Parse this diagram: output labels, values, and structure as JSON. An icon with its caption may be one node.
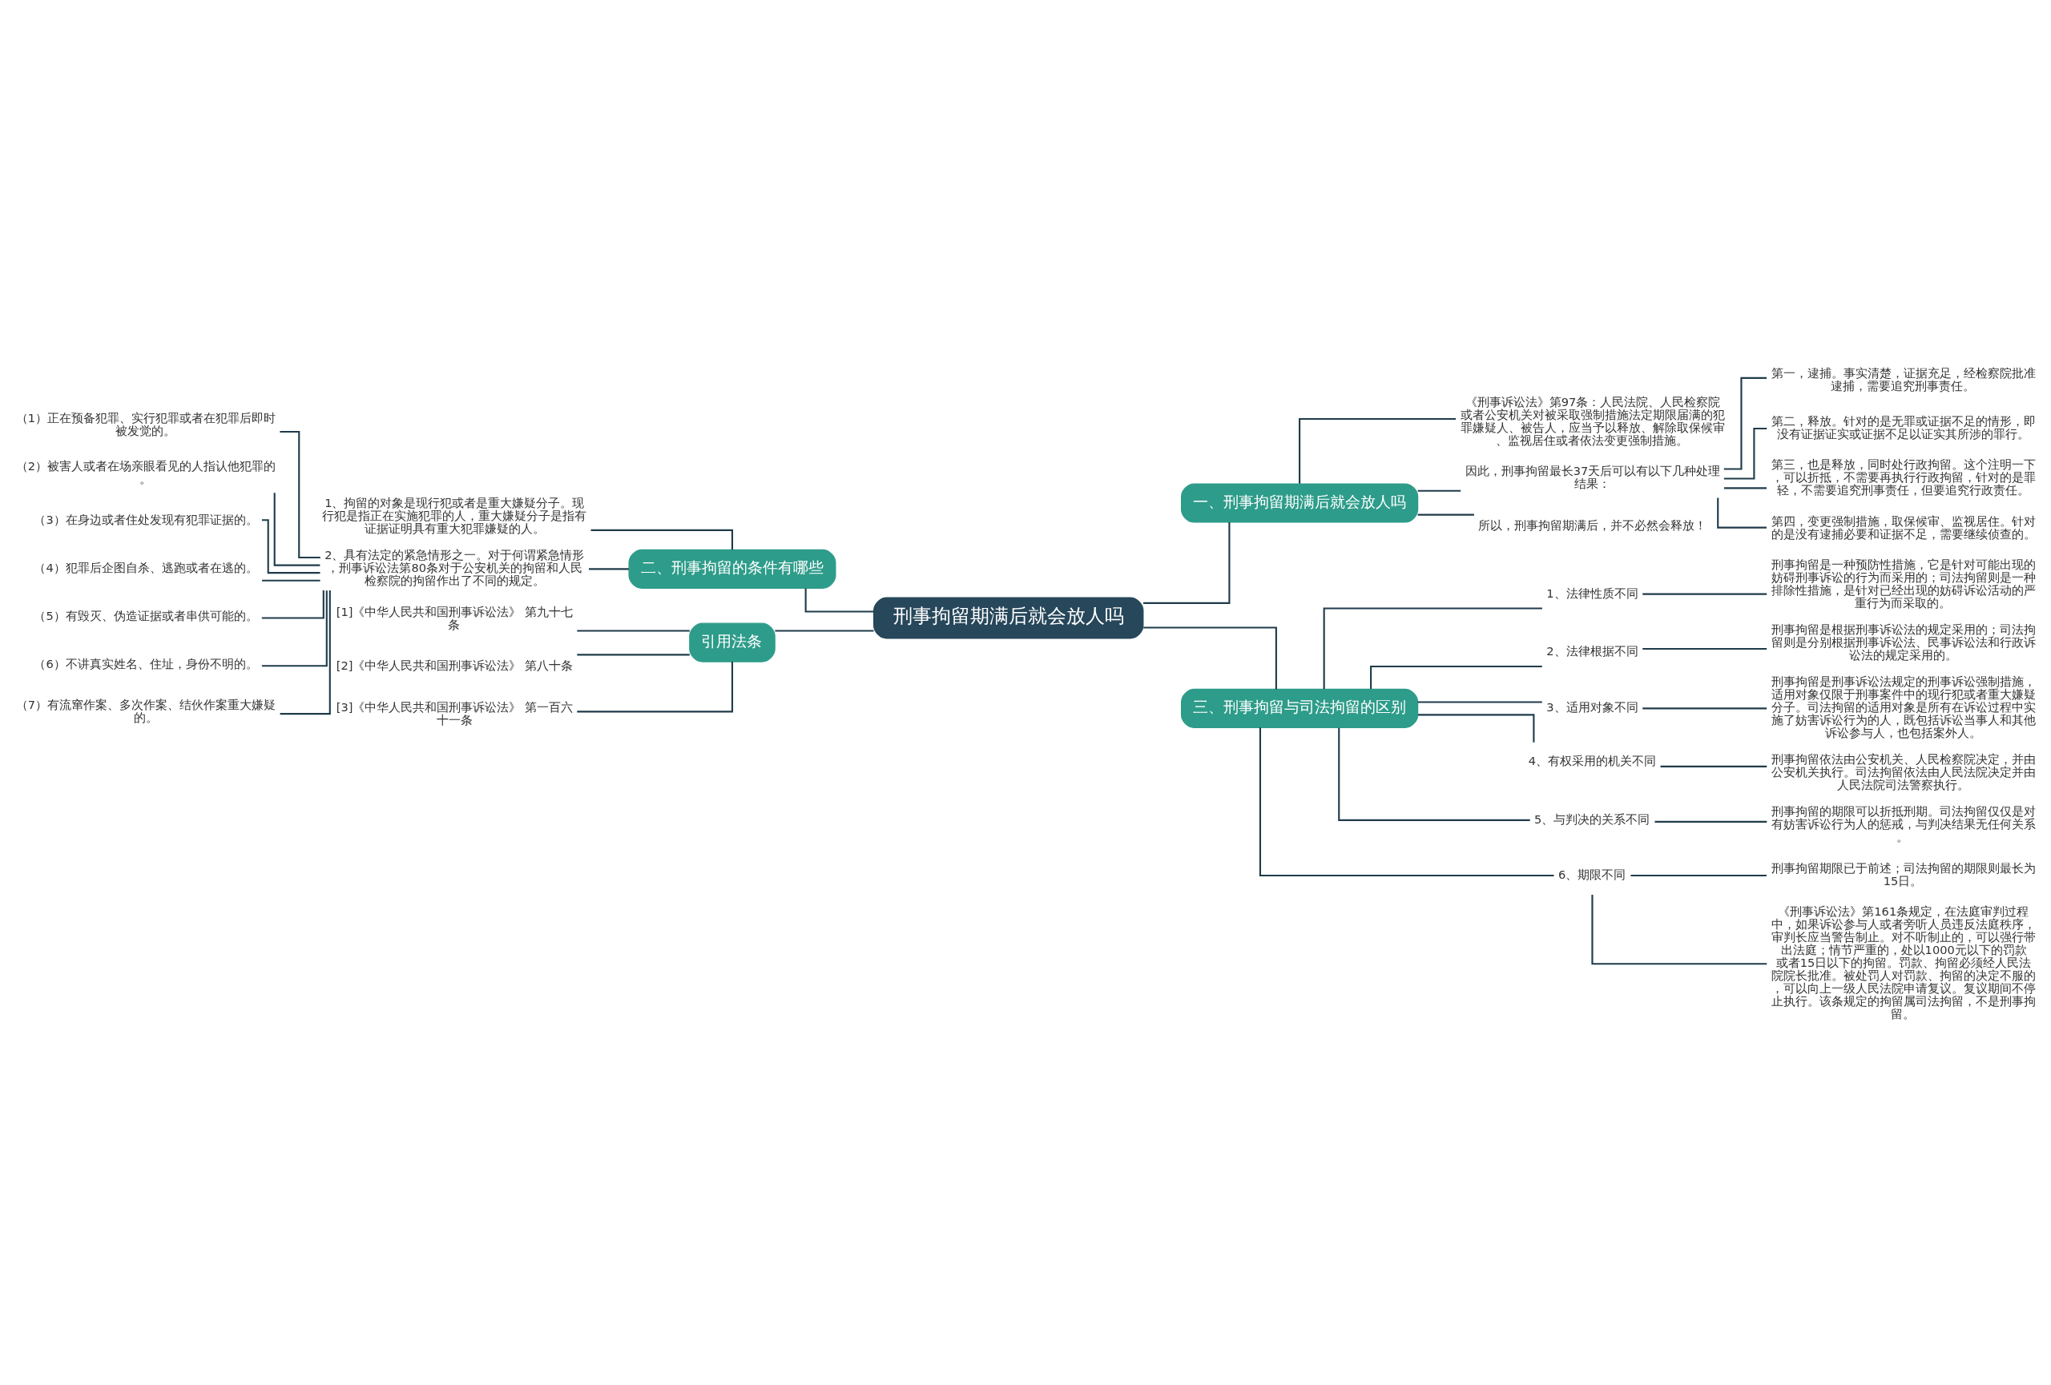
{
  "diagram": {
    "nodes": [
      {
        "text": [
          "刑事拘留期满后就会放人吗"
        ]
      },
      {
        "text": [
          "一、刑事拘留期满后就会放人吗"
        ]
      },
      {
        "text": [
          "《刑事诉讼法》第97条：人民法院、人民检察院或者公安机关对被采取强制措施法定期限届满的犯罪嫌疑人、被告人，应当予以释放、解除取保候审、监视居住或者依法变更强制措施。"
        ]
      },
      {
        "text": [
          "因此，刑事拘留最长37天后可以有以下几种处理结果："
        ]
      },
      {
        "text": [
          "第一，逮捕。事实清楚，证据充足，经检察院批准逮捕，需要追究刑事责任。"
        ]
      },
      {
        "text": [
          "第二，释放。针对的是无罪或证据不足的情形，即没有证据证实或证据不足以证实其所涉的罪行。"
        ]
      },
      {
        "text": [
          "第三，也是释放，同时处行政拘留。这个注明一下，可以折抵，不需要再执行行政拘留，针对的是罪轻，不需要追究刑事责任，但要追究行政责任。"
        ]
      },
      {
        "text": [
          "第四，变更强制措施，取保候审、监视居住。针对的是没有逮捕必要和证据不足，需要继续侦查的。"
        ]
      },
      {
        "text": [
          "所以，刑事拘留期满后，并不必然会释放！"
        ]
      },
      {
        "text": [
          "三、刑事拘留与司法拘留的区别"
        ]
      },
      {
        "text": [
          "1、法律性质不同"
        ]
      },
      {
        "text": [
          "刑事拘留是一种预防性措施，它是针对可能出现的妨碍刑事诉讼的行为而采用的；司法拘留则是一种排除性措施，是针对已经出现的妨碍诉讼活动的严重行为而采取的。"
        ]
      },
      {
        "text": [
          "2、法律根据不同"
        ]
      },
      {
        "text": [
          "刑事拘留是根据刑事诉讼法的规定采用的；司法拘留则是分别根据刑事诉讼法、民事诉讼法和行政诉讼法的规定采用的。"
        ]
      },
      {
        "text": [
          "3、适用对象不同"
        ]
      },
      {
        "text": [
          "刑事拘留是刑事诉讼法规定的刑事诉讼强制措施，适用对象仅限于刑事案件中的现行犯或者重大嫌疑分子。司法拘留的适用对象是所有在诉讼过程中实施了妨害诉讼行为的人，既包括诉讼当事人和其他诉讼参与人，也包括案外人。"
        ]
      },
      {
        "text": [
          "4、有权采用的机关不同"
        ]
      },
      {
        "text": [
          "刑事拘留依法由公安机关、人民检察院决定，并由公安机关执行。司法拘留依法由人民法院决定并由人民法院司法警察执行。"
        ]
      },
      {
        "text": [
          "5、与判决的关系不同"
        ]
      },
      {
        "text": [
          "刑事拘留的期限可以折抵刑期。司法拘留仅仅是对有妨害诉讼行为人的惩戒，与判决结果无任何关系。"
        ]
      },
      {
        "text": [
          "6、期限不同"
        ]
      },
      {
        "text": [
          "刑事拘留期限已于前述；司法拘留的期限则最长为15日。"
        ]
      },
      {
        "text": [
          "《刑事诉讼法》第161条规定，在法庭审判过程中，如果诉讼参与人或者旁听人员违反法庭秩序，审判长应当警告制止。对不听制止的，可以强行带出法庭；情节严重的，处以1000元以下的罚款或者15日以下的拘留。罚款、拘留必须经人民法院院长批准。被处罚人对罚款、拘留的决定不服的，可以向上一级人民法院申请复议。复议期间不停止执行。该条规定的拘留属司法拘留，不是刑事拘留。"
        ]
      },
      {
        "text": [
          "二、刑事拘留的条件有哪些"
        ]
      },
      {
        "text": [
          "1、拘留的对象是现行犯或者是重大嫌疑分子。现行犯是指正在实施犯罪的人，重大嫌疑分子是指有证据证明具有重大犯罪嫌疑的人。"
        ]
      },
      {
        "text": [
          "2、具有法定的紧急情形之一。对于何谓紧急情形，刑事诉讼法第80条对于公安机关的拘留和人民检察院的拘留作出了不同的规定。"
        ]
      },
      {
        "text": [
          "（1）正在预备犯罪、实行犯罪或者在犯罪后即时被发觉的。"
        ]
      },
      {
        "text": [
          "（2）被害人或者在场亲眼看见的人指认他犯罪的。"
        ]
      },
      {
        "text": [
          "（3）在身边或者住处发现有犯罪证据的。"
        ]
      },
      {
        "text": [
          "（4）犯罪后企图自杀、逃跑或者在逃的。"
        ]
      },
      {
        "text": [
          "（5）有毁灭、伪造证据或者串供可能的。"
        ]
      },
      {
        "text": [
          "（6）不讲真实姓名、住址，身份不明的。"
        ]
      },
      {
        "text": [
          "（7）有流窜作案、多次作案、结伙作案重大嫌疑的。"
        ]
      },
      {
        "text": [
          "引用法条"
        ]
      },
      {
        "text": [
          "[1]《中华人民共和国刑事诉讼法》 第九十七条"
        ]
      },
      {
        "text": [
          "[2]《中华人民共和国刑事诉讼法》 第八十条"
        ]
      },
      {
        "text": [
          "[3]《中华人民共和国刑事诉讼法》 第一百六十一条"
        ]
      }
    ],
    "edges": [
      {
        "from": 0,
        "to": 1,
        "arrow": "none"
      },
      {
        "from": 1,
        "to": 2,
        "arrow": "none"
      },
      {
        "from": 1,
        "to": 3,
        "arrow": "none"
      },
      {
        "from": 3,
        "to": 4,
        "arrow": "none"
      },
      {
        "from": 3,
        "to": 5,
        "arrow": "none"
      },
      {
        "from": 3,
        "to": 6,
        "arrow": "none"
      },
      {
        "from": 3,
        "to": 7,
        "arrow": "none"
      },
      {
        "from": 1,
        "to": 8,
        "arrow": "none"
      },
      {
        "from": 0,
        "to": 9,
        "arrow": "none"
      },
      {
        "from": 9,
        "to": 10,
        "arrow": "none"
      },
      {
        "from": 10,
        "to": 11,
        "arrow": "none"
      },
      {
        "from": 9,
        "to": 12,
        "arrow": "none"
      },
      {
        "from": 12,
        "to": 13,
        "arrow": "none"
      },
      {
        "from": 9,
        "to": 14,
        "arrow": "none"
      },
      {
        "from": 14,
        "to": 15,
        "arrow": "none"
      },
      {
        "from": 9,
        "to": 16,
        "arrow": "none"
      },
      {
        "from": 16,
        "to": 17,
        "arrow": "none"
      },
      {
        "from": 9,
        "to": 18,
        "arrow": "none"
      },
      {
        "from": 18,
        "to": 19,
        "arrow": "none"
      },
      {
        "from": 9,
        "to": 20,
        "arrow": "none"
      },
      {
        "from": 20,
        "to": 21,
        "arrow": "none"
      },
      {
        "from": 20,
        "to": 22,
        "arrow": "none"
      },
      {
        "from": 0,
        "to": 23,
        "arrow": "none"
      },
      {
        "from": 23,
        "to": 24,
        "arrow": "none"
      },
      {
        "from": 23,
        "to": 25,
        "arrow": "none"
      },
      {
        "from": 25,
        "to": 26,
        "arrow": "none"
      },
      {
        "from": 25,
        "to": 27,
        "arrow": "none"
      },
      {
        "from": 25,
        "to": 28,
        "arrow": "none"
      },
      {
        "from": 25,
        "to": 29,
        "arrow": "none"
      },
      {
        "from": 25,
        "to": 30,
        "arrow": "none"
      },
      {
        "from": 25,
        "to": 31,
        "arrow": "none"
      },
      {
        "from": 25,
        "to": 32,
        "arrow": "none"
      },
      {
        "from": 0,
        "to": 33,
        "arrow": "none"
      },
      {
        "from": 33,
        "to": 34,
        "arrow": "none"
      },
      {
        "from": 33,
        "to": 35,
        "arrow": "none"
      },
      {
        "from": 33,
        "to": 36,
        "arrow": "none"
      }
    ]
  }
}
